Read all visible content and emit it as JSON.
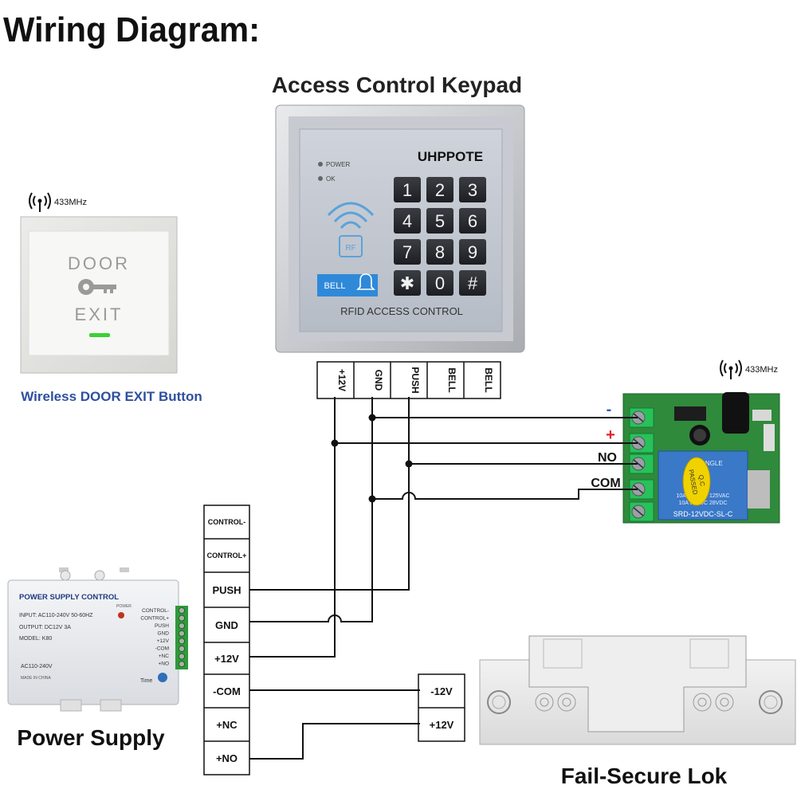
{
  "header": {
    "title": "Wiring Diagram:"
  },
  "keypad": {
    "title": "Access Control Keypad",
    "brand": "UHPPOTE",
    "led_power": "POWER",
    "led_ok": "OK",
    "rf_label": "RF",
    "bell_label": "BELL",
    "footer": "RFID  ACCESS  CONTROL",
    "keys": [
      "1",
      "2",
      "3",
      "4",
      "5",
      "6",
      "7",
      "8",
      "9",
      "✱",
      "0",
      "#"
    ],
    "terminals": [
      "+12V",
      "GND",
      "PUSH",
      "BELL",
      "BELL"
    ]
  },
  "exit_button": {
    "wireless_tag": "433MHz",
    "line1": "DOOR",
    "line2": "EXIT",
    "caption": "Wireless DOOR EXIT Button"
  },
  "receiver": {
    "wireless_tag": "433MHz",
    "labels": [
      "-",
      "+",
      "NO",
      "COM"
    ],
    "qc_line1": "Q.C",
    "qc_line2": "PASSED",
    "relay_model": "SRD-12VDC-SL-C",
    "relay_spec1": "10A 250VAC 125VAC",
    "relay_spec2": "10A 30VDC 28VDC",
    "relay_brand": "SONGLE"
  },
  "power_supply": {
    "title": "POWER SUPPLY CONTROL",
    "input": "INPUT: AC110-240V  50-60HZ",
    "output": "OUTPUT: DC12V  3A",
    "model": "MODEL: K80",
    "ac": "AC110-240V",
    "made": "MADE IN CHINA",
    "power_led": "POWER",
    "time": "Time",
    "side_labels": [
      "CONTROL-",
      "CONTROL+",
      "PUSH",
      "GND",
      "+12V",
      "-COM",
      "+NC",
      "+NO"
    ],
    "caption": "Power Supply",
    "terminals": [
      "CONTROL-",
      "CONTROL+",
      "PUSH",
      "GND",
      "+12V",
      "-COM",
      "+NC",
      "+NO"
    ]
  },
  "lock": {
    "terminals": [
      "-12V",
      "+12V"
    ],
    "caption": "Fail-Secure Lok"
  },
  "colors": {
    "red": "#e0242a",
    "blue_caption": "#2f4f9e",
    "pcb_green": "#2f8a3c",
    "relay_blue": "#3a78c8"
  }
}
